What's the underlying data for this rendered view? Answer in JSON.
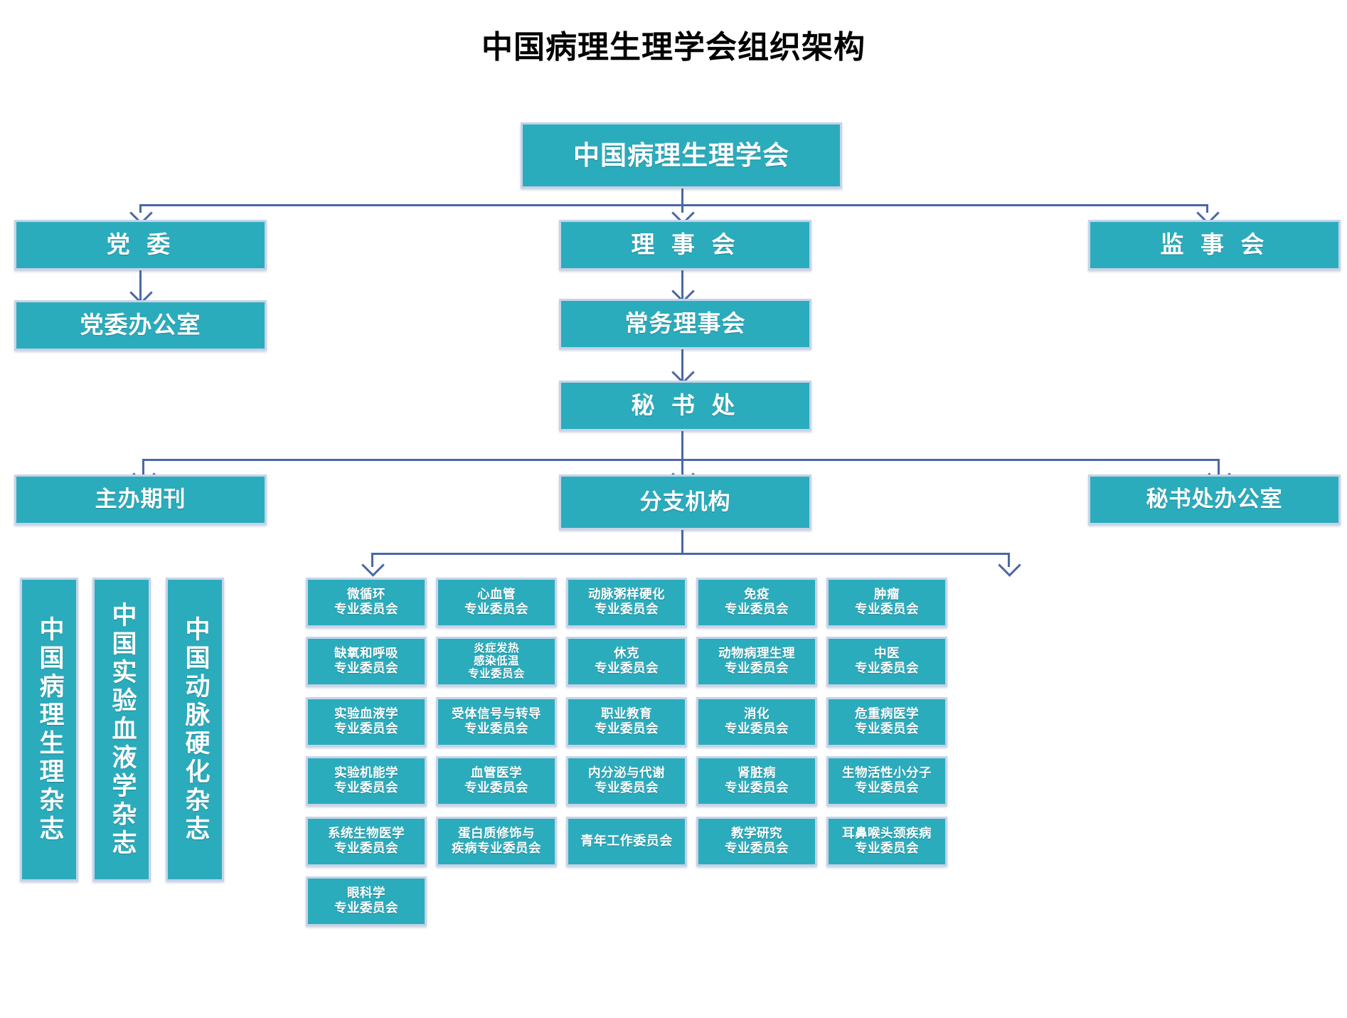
{
  "title": "中国病理生理学会组织架构",
  "colors": {
    "node_fill": "#2BACBD",
    "node_border": "#C6D3E8",
    "node_text": "#FFFFFF",
    "connector": "#4A67A8",
    "background": "#FFFFFF",
    "title_text": "#000000"
  },
  "chart_data": {
    "type": "diagram",
    "subtype": "organization-chart",
    "title": "中国病理生理学会组织架构",
    "nodes": [
      {
        "id": "root",
        "label": "中国病理生理学会",
        "level": 0
      },
      {
        "id": "party",
        "label": "党 委",
        "level": 1
      },
      {
        "id": "council",
        "label": "理 事 会",
        "level": 1
      },
      {
        "id": "supervisors",
        "label": "监 事 会",
        "level": 1
      },
      {
        "id": "party-office",
        "label": "党委办公室",
        "level": 2
      },
      {
        "id": "standing-council",
        "label": "常务理事会",
        "level": 2
      },
      {
        "id": "secretariat",
        "label": "秘 书 处",
        "level": 3
      },
      {
        "id": "journals",
        "label": "主办期刊",
        "level": 4
      },
      {
        "id": "branches",
        "label": "分支机构",
        "level": 4
      },
      {
        "id": "secretariat-office",
        "label": "秘书处办公室",
        "level": 4
      }
    ],
    "edges": [
      {
        "from": "root",
        "to": "party"
      },
      {
        "from": "root",
        "to": "council"
      },
      {
        "from": "root",
        "to": "supervisors"
      },
      {
        "from": "party",
        "to": "party-office"
      },
      {
        "from": "council",
        "to": "standing-council"
      },
      {
        "from": "standing-council",
        "to": "secretariat"
      },
      {
        "from": "secretariat",
        "to": "journals"
      },
      {
        "from": "secretariat",
        "to": "branches"
      },
      {
        "from": "secretariat",
        "to": "secretariat-office"
      },
      {
        "from": "journals",
        "to": "journal-list"
      },
      {
        "from": "branches",
        "to": "committee-grid"
      }
    ]
  },
  "root": {
    "label": "中国病理生理学会"
  },
  "level1": {
    "party": "党 委",
    "council": "理 事 会",
    "supervisors": "监 事 会"
  },
  "level2": {
    "party_office": "党委办公室",
    "standing_council": "常务理事会"
  },
  "level3": {
    "secretariat": "秘 书 处"
  },
  "level4": {
    "journals": "主办期刊",
    "branches": "分支机构",
    "secretariat_office": "秘书处办公室"
  },
  "journal_list": [
    {
      "label": "中国病理生理杂志"
    },
    {
      "label": "中国实验血液学杂志"
    },
    {
      "label": "中国动脉硬化杂志"
    }
  ],
  "committees": {
    "col1": [
      {
        "lines": [
          "微循环",
          "专业委员会"
        ]
      },
      {
        "lines": [
          "缺氧和呼吸",
          "专业委员会"
        ]
      },
      {
        "lines": [
          "实验血液学",
          "专业委员会"
        ]
      },
      {
        "lines": [
          "实验机能学",
          "专业委员会"
        ]
      },
      {
        "lines": [
          "系统生物医学",
          "专业委员会"
        ]
      },
      {
        "lines": [
          "眼科学",
          "专业委员会"
        ]
      }
    ],
    "col2": [
      {
        "lines": [
          "心血管",
          "专业委员会"
        ]
      },
      {
        "lines": [
          "炎症发热",
          "感染低温",
          "专业委员会"
        ]
      },
      {
        "lines": [
          "受体信号与转导",
          "专业委员会"
        ]
      },
      {
        "lines": [
          "血管医学",
          "专业委员会"
        ]
      },
      {
        "lines": [
          "蛋白质修饰与",
          "疾病专业委员会"
        ]
      }
    ],
    "col3": [
      {
        "lines": [
          "动脉粥样硬化",
          "专业委员会"
        ]
      },
      {
        "lines": [
          "休克",
          "专业委员会"
        ]
      },
      {
        "lines": [
          "职业教育",
          "专业委员会"
        ]
      },
      {
        "lines": [
          "内分泌与代谢",
          "专业委员会"
        ]
      },
      {
        "lines": [
          "青年工作委员会"
        ]
      }
    ],
    "col4": [
      {
        "lines": [
          "免疫",
          "专业委员会"
        ]
      },
      {
        "lines": [
          "动物病理生理",
          "专业委员会"
        ]
      },
      {
        "lines": [
          "消化",
          "专业委员会"
        ]
      },
      {
        "lines": [
          "肾脏病",
          "专业委员会"
        ]
      },
      {
        "lines": [
          "教学研究",
          "专业委员会"
        ]
      }
    ],
    "col5": [
      {
        "lines": [
          "肿瘤",
          "专业委员会"
        ]
      },
      {
        "lines": [
          "中医",
          "专业委员会"
        ]
      },
      {
        "lines": [
          "危重病医学",
          "专业委员会"
        ]
      },
      {
        "lines": [
          "生物活性小分子",
          "专业委员会"
        ]
      },
      {
        "lines": [
          "耳鼻喉头颈疾病",
          "专业委员会"
        ]
      }
    ]
  }
}
